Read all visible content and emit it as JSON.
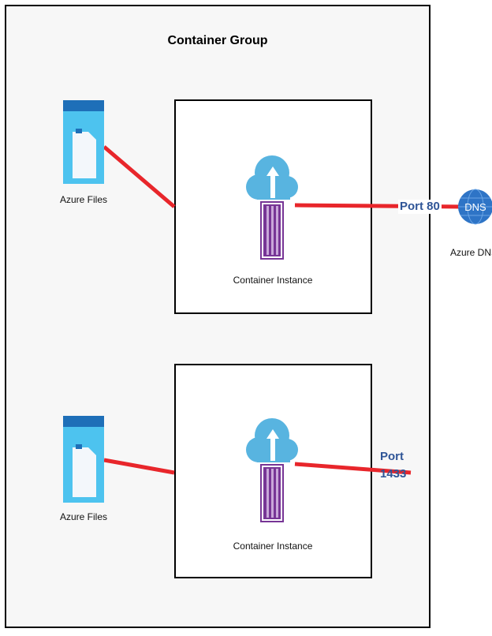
{
  "diagram": {
    "group_title": "Container Group",
    "top": {
      "storage_label": "Azure Files",
      "instance_label": "Container Instance",
      "port_label": "Port 80",
      "dns_label": "Azure DNS",
      "dns_badge": "DNS"
    },
    "bottom": {
      "storage_label": "Azure Files",
      "instance_label": "Container Instance",
      "port_line1": "Port",
      "port_line2": "1433"
    },
    "colors": {
      "connector": "#e8262b",
      "port_text": "#2f5597",
      "files_dark": "#1e6fb8",
      "files_light": "#4dc3ef",
      "cloud": "#58b4e0",
      "container": "#773596",
      "dns": "#2e74c6"
    },
    "icons": [
      "azure-files-icon",
      "container-instance-icon",
      "azure-dns-icon"
    ]
  }
}
